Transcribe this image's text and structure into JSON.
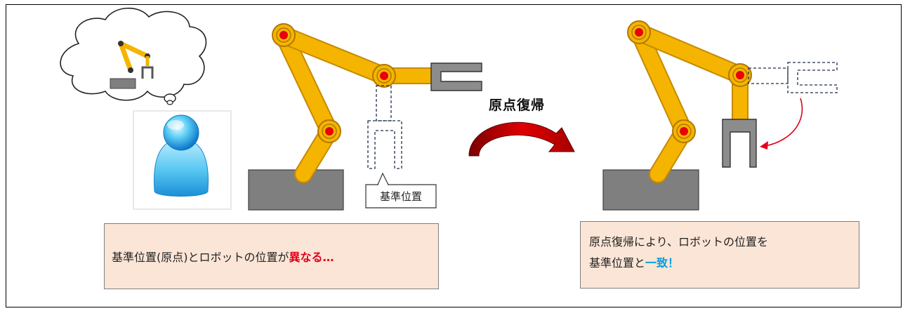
{
  "callout_label": "基準位置",
  "arrow_label": "原点復帰",
  "left_caption": {
    "prefix": "基準位置(原点)とロボットの位置が",
    "highlight": "異なる…"
  },
  "right_caption": {
    "line1": "原点復帰により、ロボットの位置を",
    "line2_prefix": "基準位置と",
    "line2_highlight": "一致！"
  },
  "colors": {
    "arm": "#f5b400",
    "arm_stroke": "#c58a00",
    "joint_red": "#e8000b",
    "base": "#7f7f7f",
    "caption_bg": "#fbe5d6",
    "highlight_red": "#e0001b",
    "highlight_blue": "#00a0e0",
    "person": "#4fc3f0",
    "curved_arrow": "#d40000"
  },
  "icons": [
    "thought-bubble-icon",
    "person-icon",
    "robot-arm-icon",
    "curved-arrow-icon"
  ]
}
